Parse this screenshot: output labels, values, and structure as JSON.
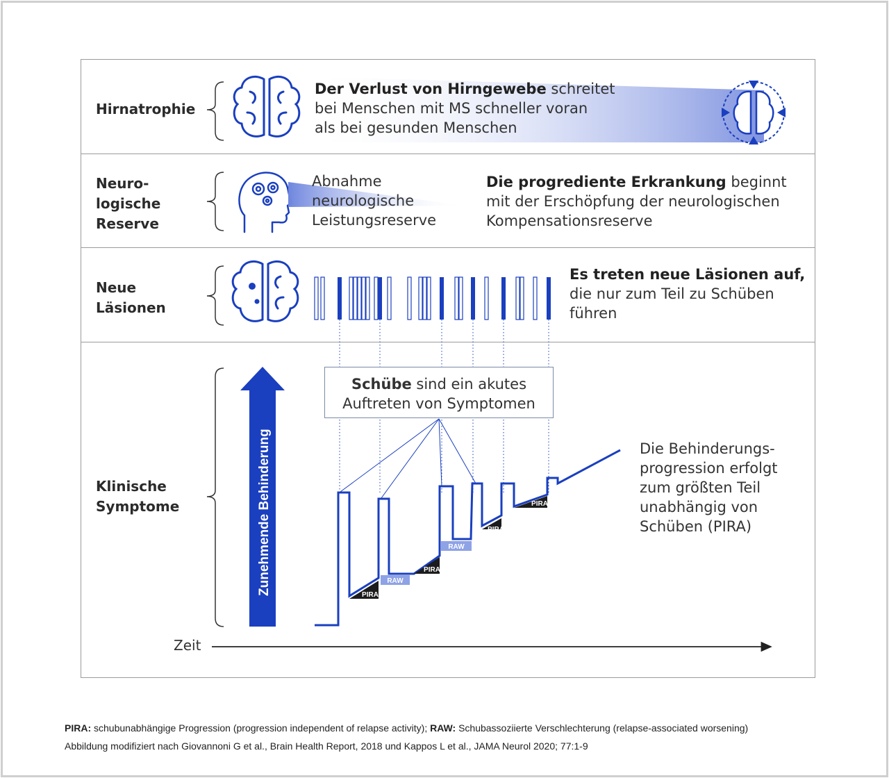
{
  "rows": {
    "hirnatrophie": "Hirnatrophie",
    "reserve": "Neuro-\nlogische\nReserve",
    "laesionen": "Neue\nLäsionen",
    "symptome": "Klinische\nSymptome"
  },
  "atrophy": {
    "bold": "Der Verlust von Hirngewebe",
    "rest1": " schreitet",
    "line2": "bei Menschen mit MS schneller voran",
    "line3": "als bei gesunden Menschen"
  },
  "reserve_text": {
    "l1": "Abnahme",
    "l2": "neurologische",
    "l3": "Leistungsreserve",
    "bold": "Die progrediente Erkrankung",
    "rest1": " beginnt",
    "line2": "mit der Erschöpfung der neurologischen",
    "line3": "Kompensationsreserve"
  },
  "lesion_text": {
    "bold": "Es treten neue Läsionen auf,",
    "line2": "die nur zum Teil zu Schüben",
    "line3": "führen"
  },
  "callout": {
    "bold": "Schübe",
    "rest1": " sind ein akutes",
    "line2": "Auftreten von Symptomen"
  },
  "arrow_label": "Zunehmende Behinderung",
  "pira_text": {
    "l1": "Die Behinderungs-",
    "l2": "progression erfolgt",
    "l3": "zum größten Teil",
    "l4": "unabhängig von",
    "l5": "Schüben (PIRA)"
  },
  "x_axis": "Zeit",
  "tags": {
    "pira": "PIRA",
    "raw": "RAW"
  },
  "footnote": {
    "pira_b": "PIRA:",
    "pira_t": " schubunabhängige Progression (progression independent of relapse activity); ",
    "raw_b": "RAW:",
    "raw_t": " Schubassoziierte Verschlechterung (relapse-associated worsening)",
    "line2": "Abbildung modifiziert nach Giovannoni G et al., Brain Health Report, 2018 und Kappos L et al., JAMA Neurol 2020; 77:1-9"
  },
  "colors": {
    "blue": "#1a3fbf",
    "lightblue": "#8ea2e6",
    "gray": "#9a9a9a"
  }
}
